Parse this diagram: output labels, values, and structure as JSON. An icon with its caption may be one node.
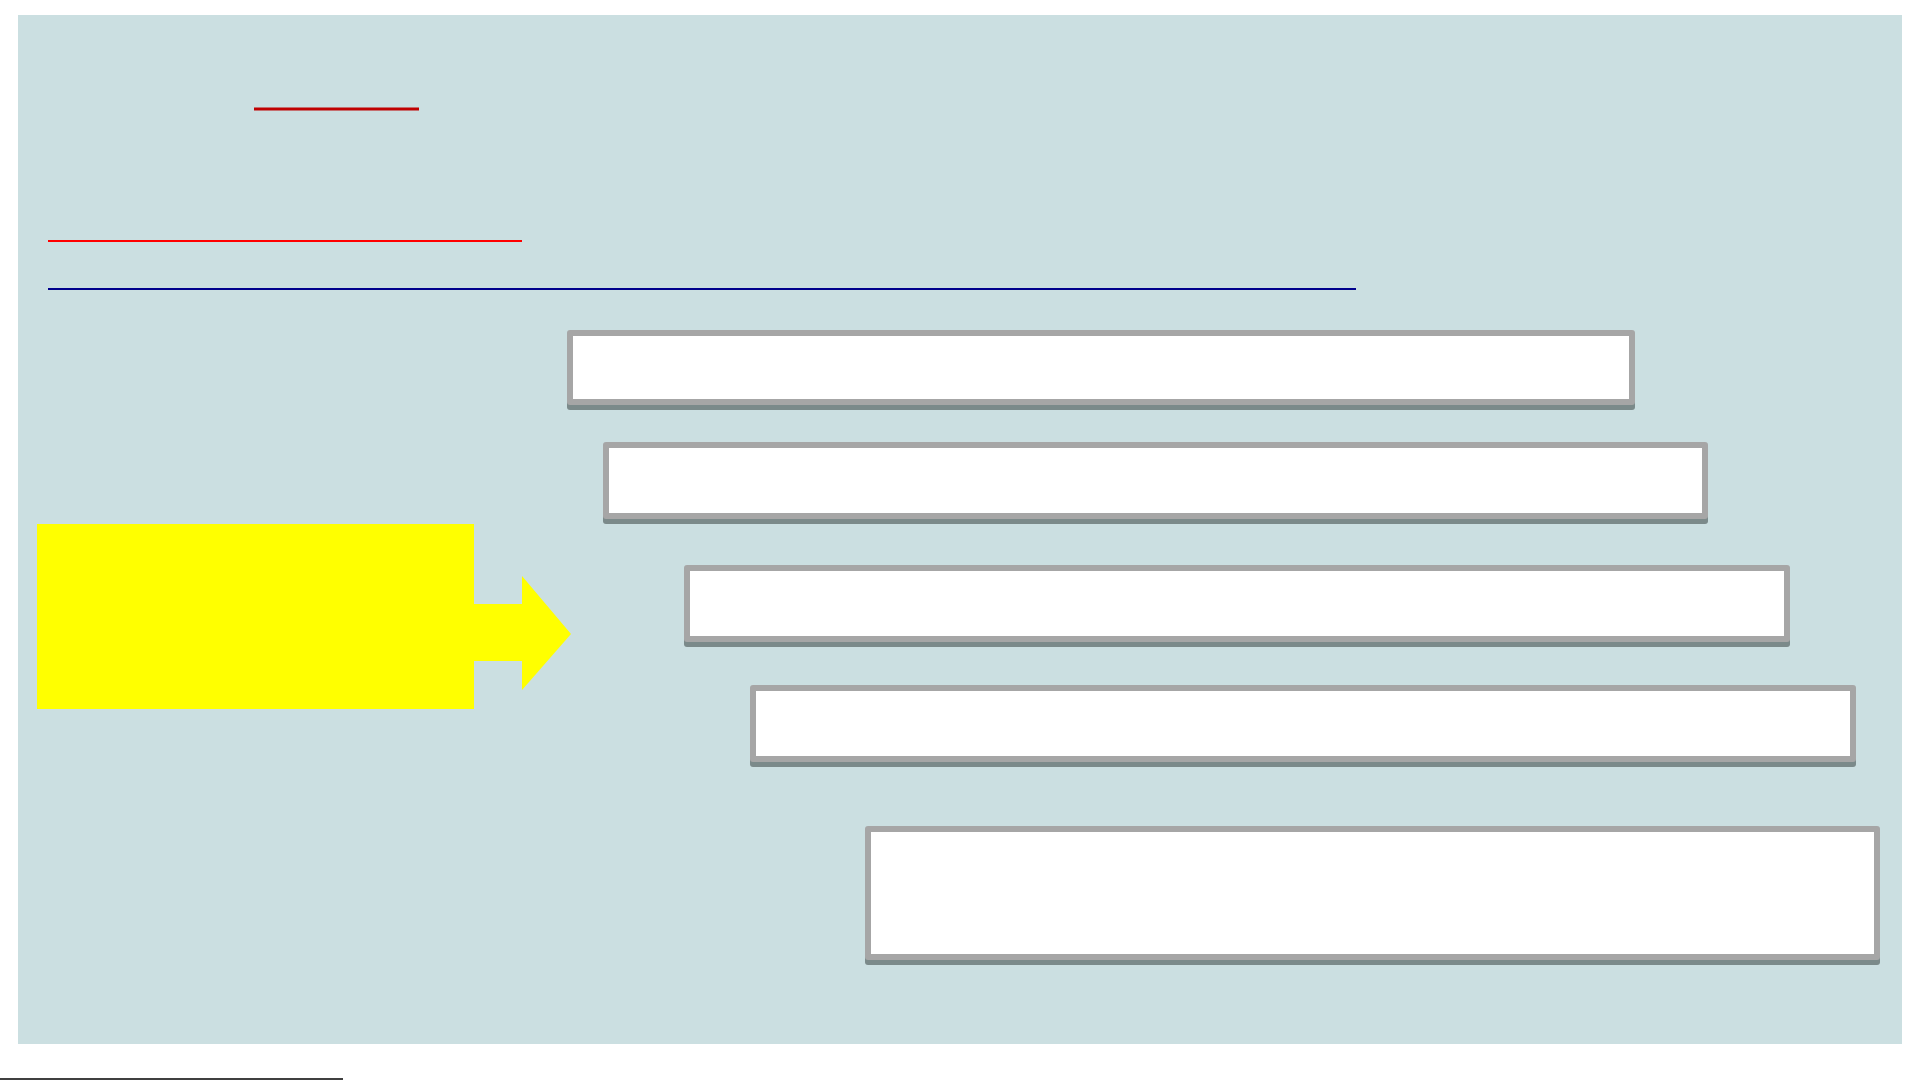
{
  "diagram": {
    "nodes": [
      {
        "text": [],
        "shape": "arrow"
      },
      {
        "text": [],
        "shape": "box"
      },
      {
        "text": [],
        "shape": "box"
      },
      {
        "text": [],
        "shape": "box"
      },
      {
        "text": [],
        "shape": "box"
      },
      {
        "text": [],
        "shape": "box"
      }
    ]
  }
}
